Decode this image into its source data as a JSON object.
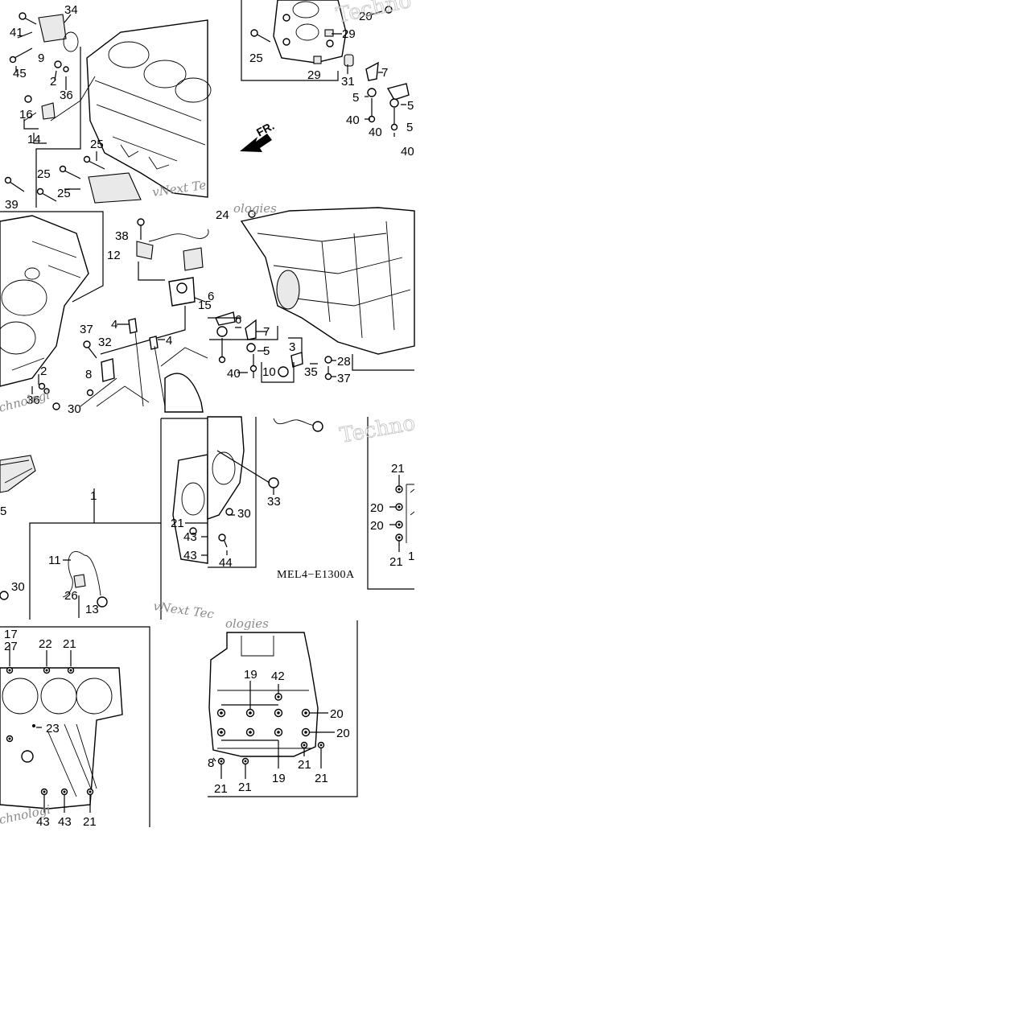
{
  "diagram": {
    "type": "exploded parts diagram (tiled)",
    "drawing_code": "MEL4−E1300A",
    "front_arrow": "FR.",
    "watermarks": [
      "Techno",
      "vNext Te",
      "vNext Tec",
      "ologies",
      "chnologi"
    ]
  },
  "tiles": [
    {
      "id": "tile-1",
      "callouts": [
        "34",
        "41",
        "9",
        "45",
        "2",
        "36",
        "16",
        "14",
        "25",
        "25",
        "25",
        "39"
      ]
    },
    {
      "id": "tile-2",
      "callouts": [
        "29",
        "20",
        "25",
        "29",
        "31",
        "7",
        "5",
        "40",
        "40",
        "5",
        "5",
        "40"
      ]
    },
    {
      "id": "tile-3",
      "callouts": [
        "38",
        "12",
        "15",
        "37",
        "4",
        "4",
        "32",
        "6",
        "8",
        "2",
        "36",
        "30"
      ]
    },
    {
      "id": "tile-4",
      "callouts": [
        "24",
        "6",
        "7",
        "5",
        "3",
        "28",
        "35",
        "37",
        "40",
        "10"
      ]
    },
    {
      "id": "tile-5",
      "callouts": [
        "1",
        "5",
        "11",
        "26",
        "30",
        "13",
        "21",
        "43",
        "43"
      ]
    },
    {
      "id": "tile-6",
      "callouts": [
        "33",
        "30",
        "44",
        "21",
        "20",
        "20",
        "21",
        "1"
      ]
    },
    {
      "id": "tile-7",
      "callouts": [
        "17",
        "27",
        "22",
        "21",
        "23",
        "43",
        "43",
        "21"
      ]
    },
    {
      "id": "tile-8",
      "callouts": [
        "19",
        "42",
        "20",
        "20",
        "8",
        "21",
        "21",
        "19",
        "21",
        "21"
      ]
    }
  ]
}
